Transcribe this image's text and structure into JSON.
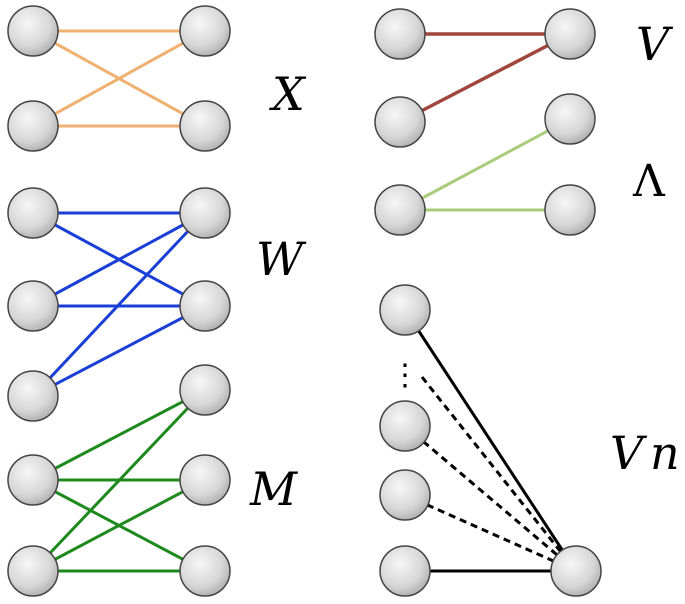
{
  "labels": {
    "x": "X",
    "w": "W",
    "m": "M",
    "v": "V",
    "lambda": "Λ",
    "vn_v": "V",
    "vn_n": "n"
  },
  "ellipsis": "⋮",
  "colors": {
    "x_edges": "#f0b070",
    "w_edges": "#1a3fd6",
    "m_edges": "#1e8a1e",
    "v_edges": "#a0463c",
    "lambda_edges": "#a9cc7a",
    "vn_edges": "#000000",
    "node_fill_light": "#f4f4f4",
    "node_fill_dark": "#b8b8b8",
    "node_stroke": "#444444"
  }
}
